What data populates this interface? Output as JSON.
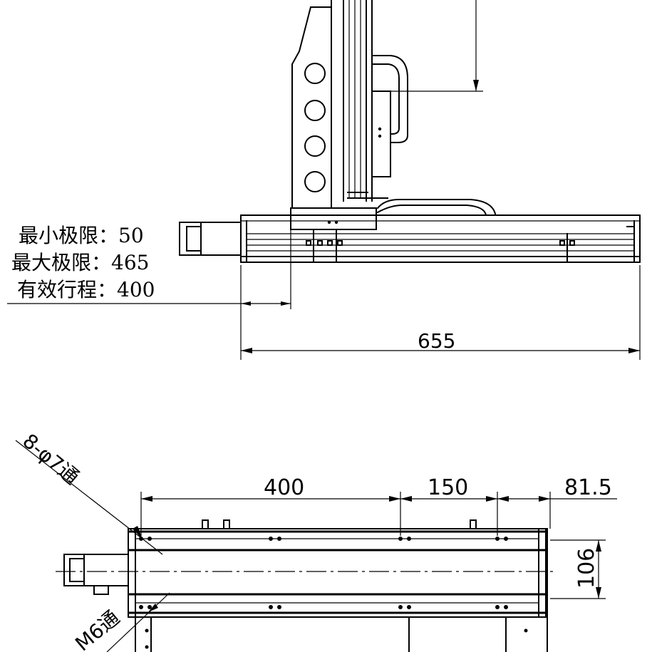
{
  "front_view": {
    "notes": {
      "min_limit": "最小极限：50",
      "max_limit": "最大极限：465",
      "stroke": "有效行程：400"
    },
    "overall_length": "655"
  },
  "top_view": {
    "hole_callout": "8-φ7通",
    "thread_callout": "M6通",
    "dims": {
      "d1": "400",
      "d2": "150",
      "d3": "81.5",
      "width": "106"
    }
  }
}
